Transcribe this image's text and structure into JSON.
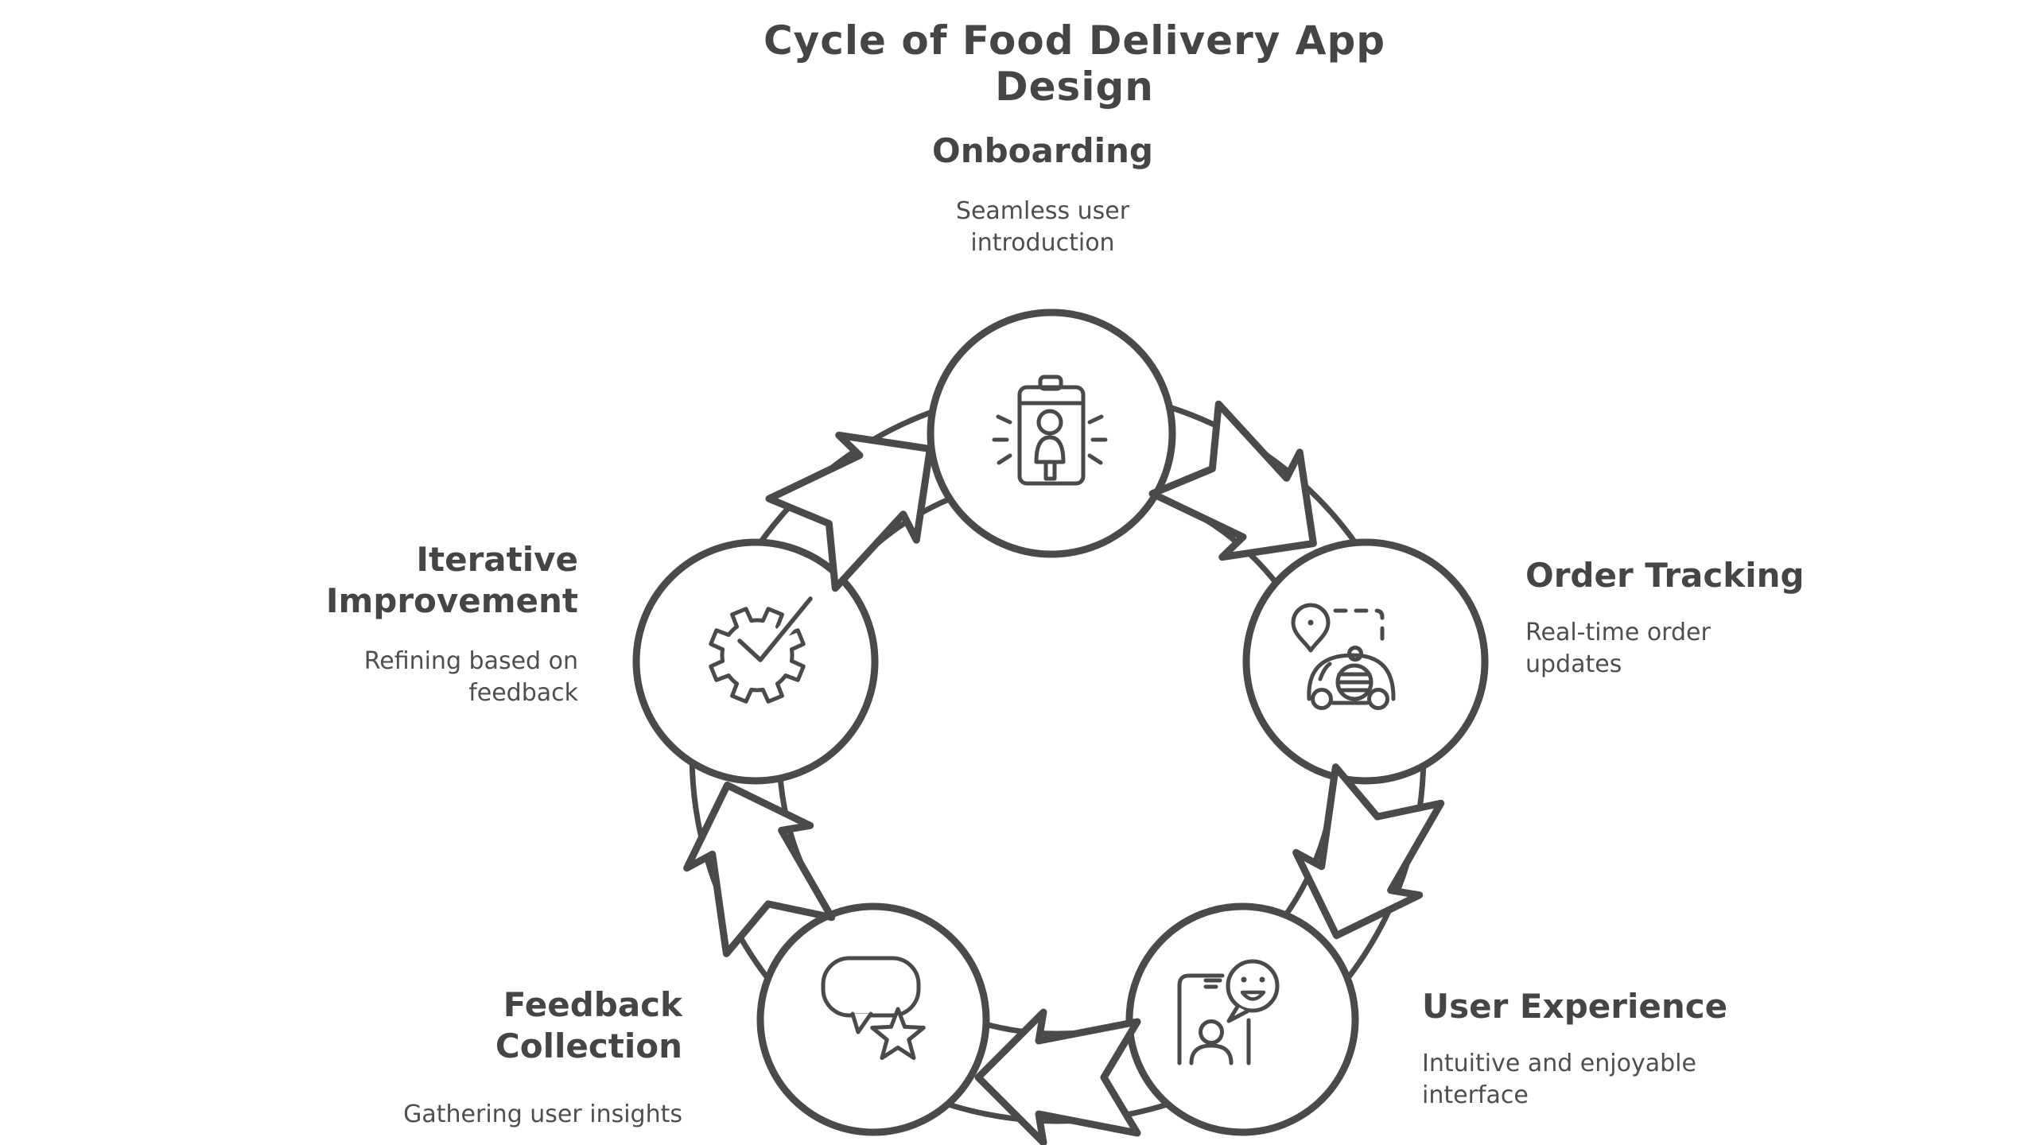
{
  "title": "Cycle of Food Delivery App Design",
  "colors": {
    "background": "#ffffff",
    "stroke": "#4a4a4a",
    "heading_text": "#454545",
    "body_text": "#4e4e4e",
    "shape_fill": "#ffffff"
  },
  "cycle": {
    "direction": "clockwise",
    "node_count": 5,
    "arrow_count": 5,
    "arrow_style": "outlined-block-arrow"
  },
  "nodes": [
    {
      "id": "onboarding",
      "position": "top",
      "icon": "id-badge-scan-icon",
      "label_lines": [
        "Onboarding"
      ],
      "desc_lines": [
        "Seamless user",
        "introduction"
      ]
    },
    {
      "id": "order-tracking",
      "position": "right",
      "icon": "delivery-tracking-icon",
      "label_lines": [
        "Order Tracking"
      ],
      "desc_lines": [
        "Real-time order",
        "updates"
      ]
    },
    {
      "id": "user-experience",
      "position": "bottom-right",
      "icon": "phone-smiley-chat-icon",
      "label_lines": [
        "User Experience"
      ],
      "desc_lines": [
        "Intuitive and enjoyable",
        "interface"
      ]
    },
    {
      "id": "feedback-collection",
      "position": "bottom-left",
      "icon": "speech-bubble-star-icon",
      "label_lines": [
        "Feedback",
        "Collection"
      ],
      "desc_lines": [
        "Gathering user insights"
      ]
    },
    {
      "id": "iterative-improvement",
      "position": "left",
      "icon": "gear-checkmark-icon",
      "label_lines": [
        "Iterative",
        "Improvement"
      ],
      "desc_lines": [
        "Refining based on",
        "feedback"
      ]
    }
  ]
}
